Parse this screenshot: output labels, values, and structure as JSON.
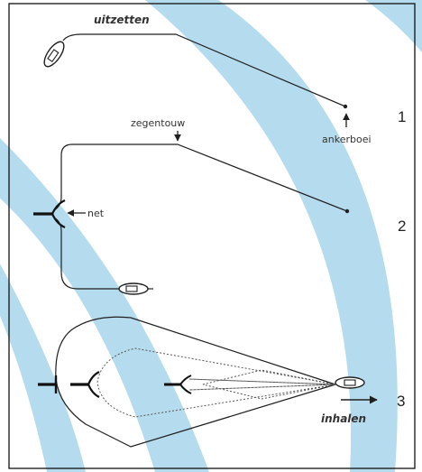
{
  "colors": {
    "background": "#ffffff",
    "band": "#b5dbee",
    "frame": "#111111",
    "line": "#1f1f1f",
    "net_outline": "#555555"
  },
  "steps": {
    "step1": {
      "number": "1",
      "title": "uitzetten",
      "buoy_label": "ankerboei"
    },
    "step2": {
      "number": "2",
      "rope_label": "zegentouw",
      "net_label": "net"
    },
    "step3": {
      "number": "3",
      "title": "inhalen"
    }
  },
  "icons": {
    "boat": "boat-icon",
    "buoy": "anchor-buoy-icon",
    "arrow": "arrow-icon",
    "net": "net-icon"
  }
}
